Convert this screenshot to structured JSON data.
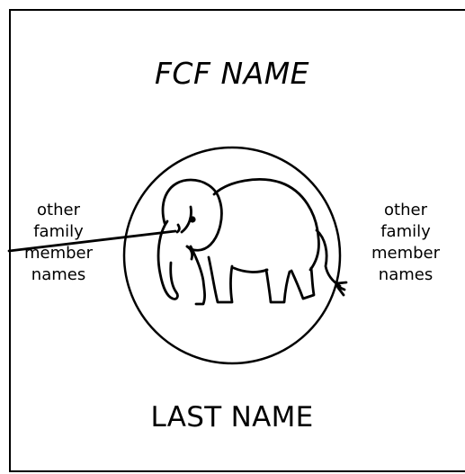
{
  "top_title": "FCF NAME",
  "bottom_title": "LAST NAME",
  "left_names": [
    "other",
    "family",
    "member",
    "names"
  ],
  "right_names": [
    "other",
    "family",
    "member",
    "names"
  ],
  "icons": {
    "center": "elephant-icon",
    "ring": "circle-ring"
  },
  "colors": {
    "ink": "#000000",
    "paper": "#ffffff"
  }
}
